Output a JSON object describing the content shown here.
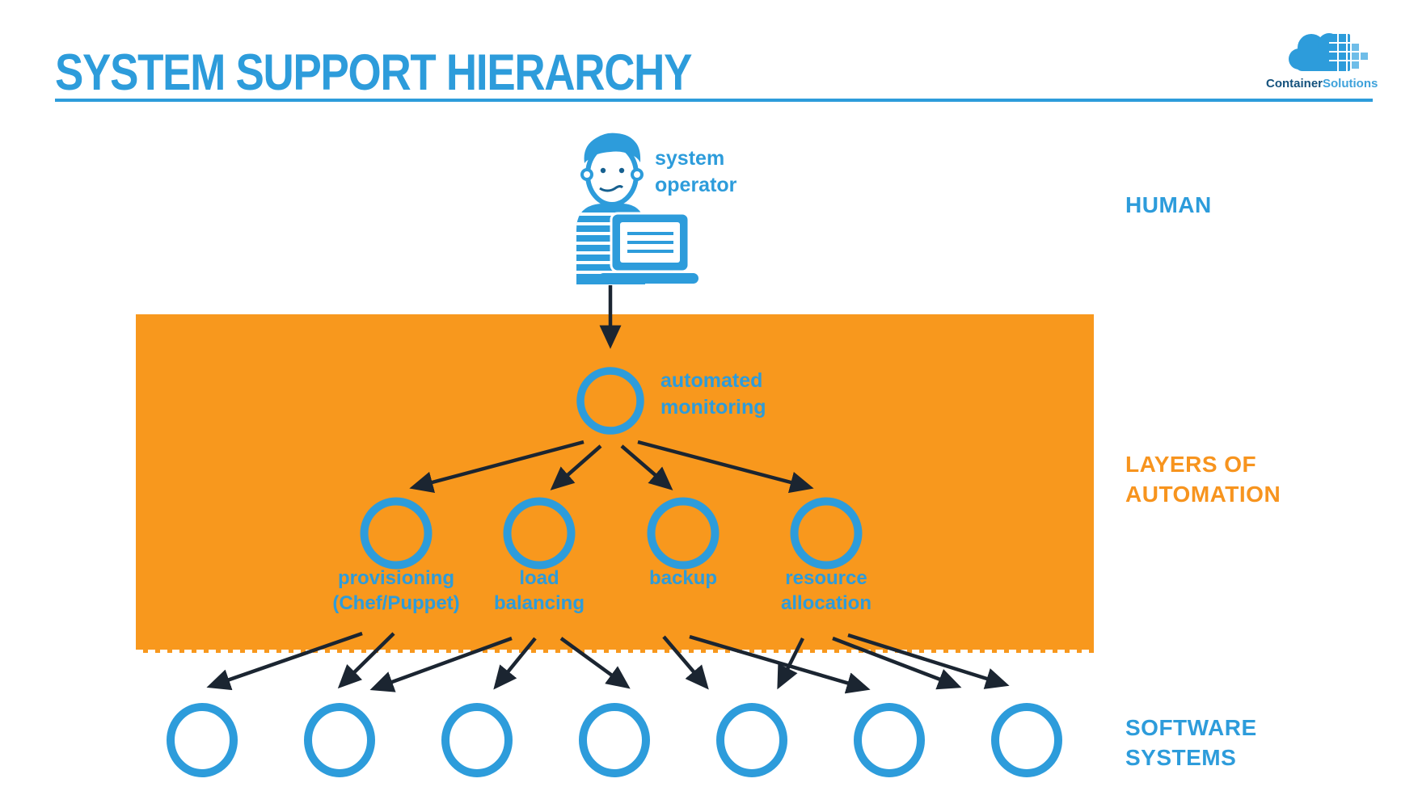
{
  "header": {
    "title": "SYSTEM SUPPORT HIERARCHY",
    "logo": {
      "brand_part1": "Container",
      "brand_part2": "Solutions"
    }
  },
  "colors": {
    "brand_blue": "#2D9CDB",
    "logo_dark_blue": "#15527D",
    "band_orange": "#F8981D",
    "orange_label": "#F7941E",
    "arrow_dark": "#1B2531",
    "background": "#FFFFFF"
  },
  "diagram": {
    "operator_label": "system\noperator",
    "monitoring_label": "automated\nmonitoring",
    "automation_nodes": [
      {
        "label": "provisioning\n(Chef/Puppet)"
      },
      {
        "label": "load\nbalancing"
      },
      {
        "label": "backup"
      },
      {
        "label": "resource\nallocation"
      }
    ],
    "software_system_count": 7,
    "side_labels": {
      "human": "HUMAN",
      "automation": "LAYERS OF\nAUTOMATION",
      "software": "SOFTWARE\nSYSTEMS"
    }
  }
}
